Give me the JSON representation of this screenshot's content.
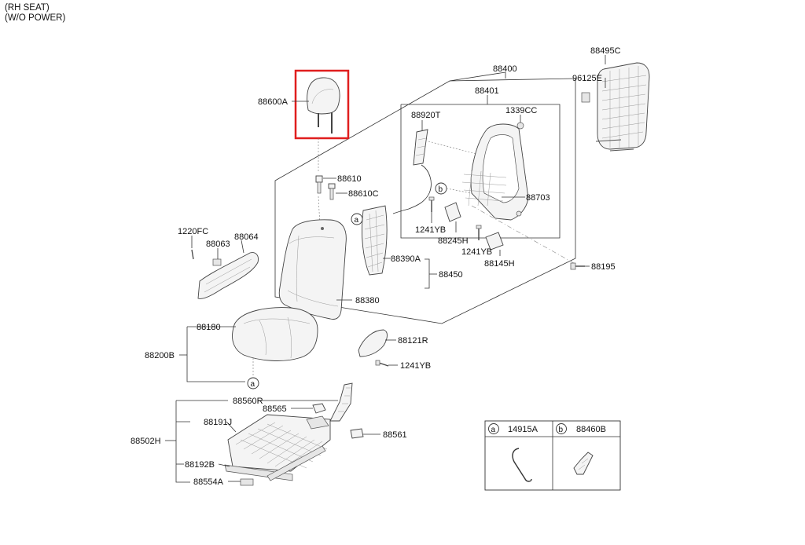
{
  "header": {
    "line1": "(RH SEAT)",
    "line2": "(W/O POWER)"
  },
  "labels": {
    "p88400": "88400",
    "p88401": "88401",
    "p88495C": "88495C",
    "p96125E": "96125E",
    "p88600A": "88600A",
    "p88920T": "88920T",
    "p1339CC": "1339CC",
    "p88610": "88610",
    "p88610C": "88610C",
    "p88703": "88703",
    "p1220FC": "1220FC",
    "p88063": "88063",
    "p88064": "88064",
    "p1241YB_a": "1241YB",
    "p88245H": "88245H",
    "p1241YB_b": "1241YB",
    "p88390A": "88390A",
    "p88145H": "88145H",
    "p88195": "88195",
    "p88450": "88450",
    "p88380": "88380",
    "p88180": "88180",
    "p88121R": "88121R",
    "p88200B": "88200B",
    "p1241YB_c": "1241YB",
    "p88560R": "88560R",
    "p88565": "88565",
    "p88191J": "88191J",
    "p88561": "88561",
    "p88502H": "88502H",
    "p88192B": "88192B",
    "p88554A": "88554A"
  },
  "callouts": {
    "a": "a",
    "b": "b"
  },
  "legend": {
    "a_marker": "a",
    "a_part": "14915A",
    "b_marker": "b",
    "b_part": "88460B"
  },
  "colors": {
    "highlight": "#e01e1e",
    "line": "#333333"
  }
}
